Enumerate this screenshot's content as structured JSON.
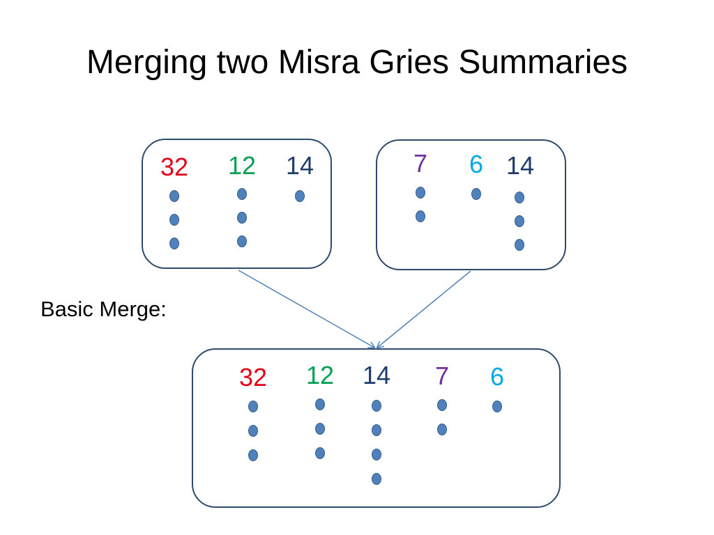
{
  "slide": {
    "title": "Merging two Misra Gries Summaries",
    "merge_label": "Basic Merge:"
  },
  "colors": {
    "red": "#e3001b",
    "green": "#00a050",
    "navy": "#1f3c6b",
    "purple": "#7030a0",
    "cyan": "#00a8e8",
    "dot_fill": "#4f81bd",
    "box_border": "#2e4a6b",
    "arrow": "#4f81bd"
  },
  "summaries": {
    "left": [
      {
        "label": "32",
        "color": "red",
        "count": 3
      },
      {
        "label": "12",
        "color": "green",
        "count": 3
      },
      {
        "label": "14",
        "color": "navy",
        "count": 1
      }
    ],
    "right": [
      {
        "label": "7",
        "color": "purple",
        "count": 2
      },
      {
        "label": "6",
        "color": "cyan",
        "count": 1
      },
      {
        "label": "14",
        "color": "navy",
        "count": 3
      }
    ],
    "merged": [
      {
        "label": "32",
        "color": "red",
        "count": 3
      },
      {
        "label": "12",
        "color": "green",
        "count": 3
      },
      {
        "label": "14",
        "color": "navy",
        "count": 4
      },
      {
        "label": "7",
        "color": "purple",
        "count": 2
      },
      {
        "label": "6",
        "color": "cyan",
        "count": 1
      }
    ]
  }
}
